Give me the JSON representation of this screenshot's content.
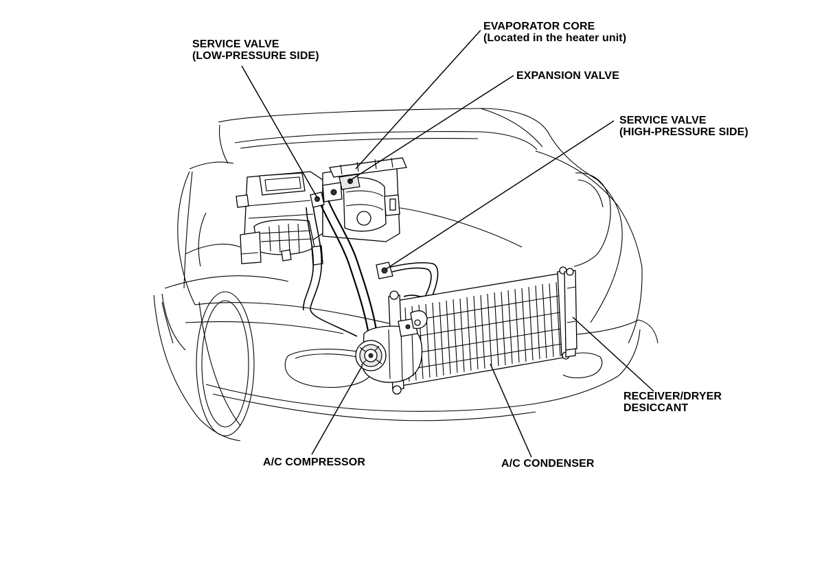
{
  "labels": {
    "evaporator_core": {
      "line1": "EVAPORATOR CORE",
      "line2": "(Located in the heater unit)"
    },
    "service_valve_low": {
      "line1": "SERVICE VALVE",
      "line2": "(LOW-PRESSURE SIDE)"
    },
    "expansion_valve": {
      "line1": "EXPANSION VALVE"
    },
    "service_valve_high": {
      "line1": "SERVICE VALVE",
      "line2": "(HIGH-PRESSURE SIDE)"
    },
    "receiver_dryer": {
      "line1": "RECEIVER/DRYER",
      "line2": "DESICCANT"
    },
    "ac_compressor": {
      "line1": "A/C COMPRESSOR"
    },
    "ac_condenser": {
      "line1": "A/C CONDENSER"
    }
  }
}
